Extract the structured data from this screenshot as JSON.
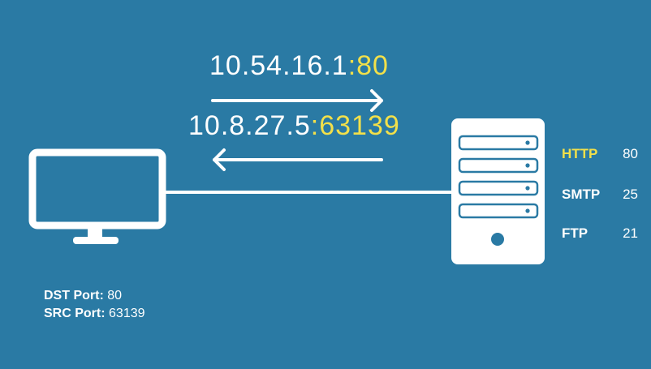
{
  "destination": {
    "ip": "10.54.16.1",
    "port": ":80"
  },
  "source": {
    "ip": "10.8.27.5",
    "port": ":63139"
  },
  "services": [
    {
      "name": "HTTP",
      "port": "80",
      "active": true
    },
    {
      "name": "SMTP",
      "port": "25",
      "active": false
    },
    {
      "name": "FTP",
      "port": "21",
      "active": false
    }
  ],
  "port_info": {
    "dst_label": "DST Port:",
    "dst_value": "80",
    "src_label": "SRC Port:",
    "src_value": "63139"
  },
  "colors": {
    "background": "#2a7aa4",
    "foreground": "#ffffff",
    "highlight": "#f2e04a"
  },
  "icons": [
    "monitor-icon",
    "server-icon",
    "arrow-right-icon",
    "arrow-left-icon"
  ]
}
